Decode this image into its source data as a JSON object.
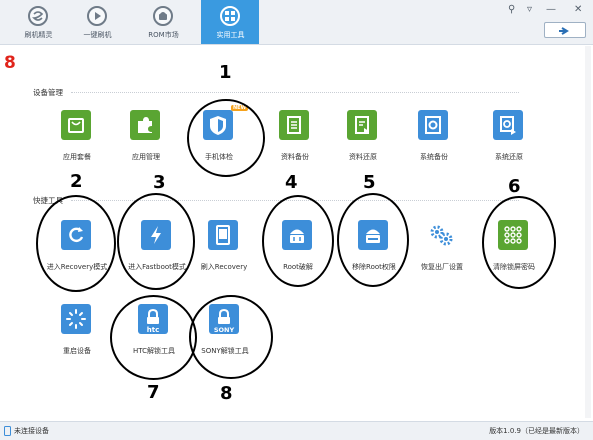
{
  "nav_tabs": [
    {
      "label": "刷机精灵"
    },
    {
      "label": "一键刷机"
    },
    {
      "label": "ROM市场"
    },
    {
      "label": "实用工具"
    }
  ],
  "window_controls": {
    "pin": "⚲",
    "menu": "▿",
    "minimize": "—",
    "close": "✕"
  },
  "refresh_glyph": "➔",
  "side_marker": "8",
  "sections": {
    "device_management": "设备管理",
    "quick_tools": "快捷工具"
  },
  "device_tools": [
    {
      "label": "应用套餐",
      "icon": "bag-icon",
      "color": "#5aa532"
    },
    {
      "label": "应用管理",
      "icon": "puzzle-icon",
      "color": "#5aa532"
    },
    {
      "label": "手机体检",
      "icon": "shield-icon",
      "color": "#3d8ed9",
      "badge": "NEW"
    },
    {
      "label": "资料备份",
      "icon": "contacts-backup-icon",
      "color": "#5aa532"
    },
    {
      "label": "资料还原",
      "icon": "contacts-restore-icon",
      "color": "#5aa532"
    },
    {
      "label": "系统备份",
      "icon": "system-backup-icon",
      "color": "#3d8ed9"
    },
    {
      "label": "系统还原",
      "icon": "system-restore-icon",
      "color": "#3d8ed9"
    }
  ],
  "quick_tools_row1": [
    {
      "label": "进入Recovery模式",
      "icon": "recovery-icon",
      "color": "#3d8ed9"
    },
    {
      "label": "进入Fastboot模式",
      "icon": "fastboot-icon",
      "color": "#3d8ed9"
    },
    {
      "label": "刷入Recovery",
      "icon": "flash-recovery-icon",
      "color": "#3d8ed9"
    },
    {
      "label": "Root破解",
      "icon": "root-icon",
      "color": "#3d8ed9"
    },
    {
      "label": "移除Root权限",
      "icon": "remove-root-icon",
      "color": "#3d8ed9"
    },
    {
      "label": "恢复出厂设置",
      "icon": "gears-icon",
      "color": "#3d8ed9"
    },
    {
      "label": "清除锁屏密码",
      "icon": "pattern-lock-icon",
      "color": "#5aa532"
    }
  ],
  "quick_tools_row2": [
    {
      "label": "重启设备",
      "icon": "reboot-icon",
      "color": "#3d8ed9"
    },
    {
      "label": "HTC解锁工具",
      "icon": "htc-unlock-icon",
      "color": "#3d8ed9",
      "brand": "htc"
    },
    {
      "label": "SONY解锁工具",
      "icon": "sony-unlock-icon",
      "color": "#3d8ed9",
      "brand": "SONY"
    }
  ],
  "annotations": [
    "1",
    "2",
    "3",
    "4",
    "5",
    "6",
    "7",
    "8"
  ],
  "status": {
    "connection": "未连接设备",
    "version": "版本1.0.9（已经是最新版本）"
  }
}
